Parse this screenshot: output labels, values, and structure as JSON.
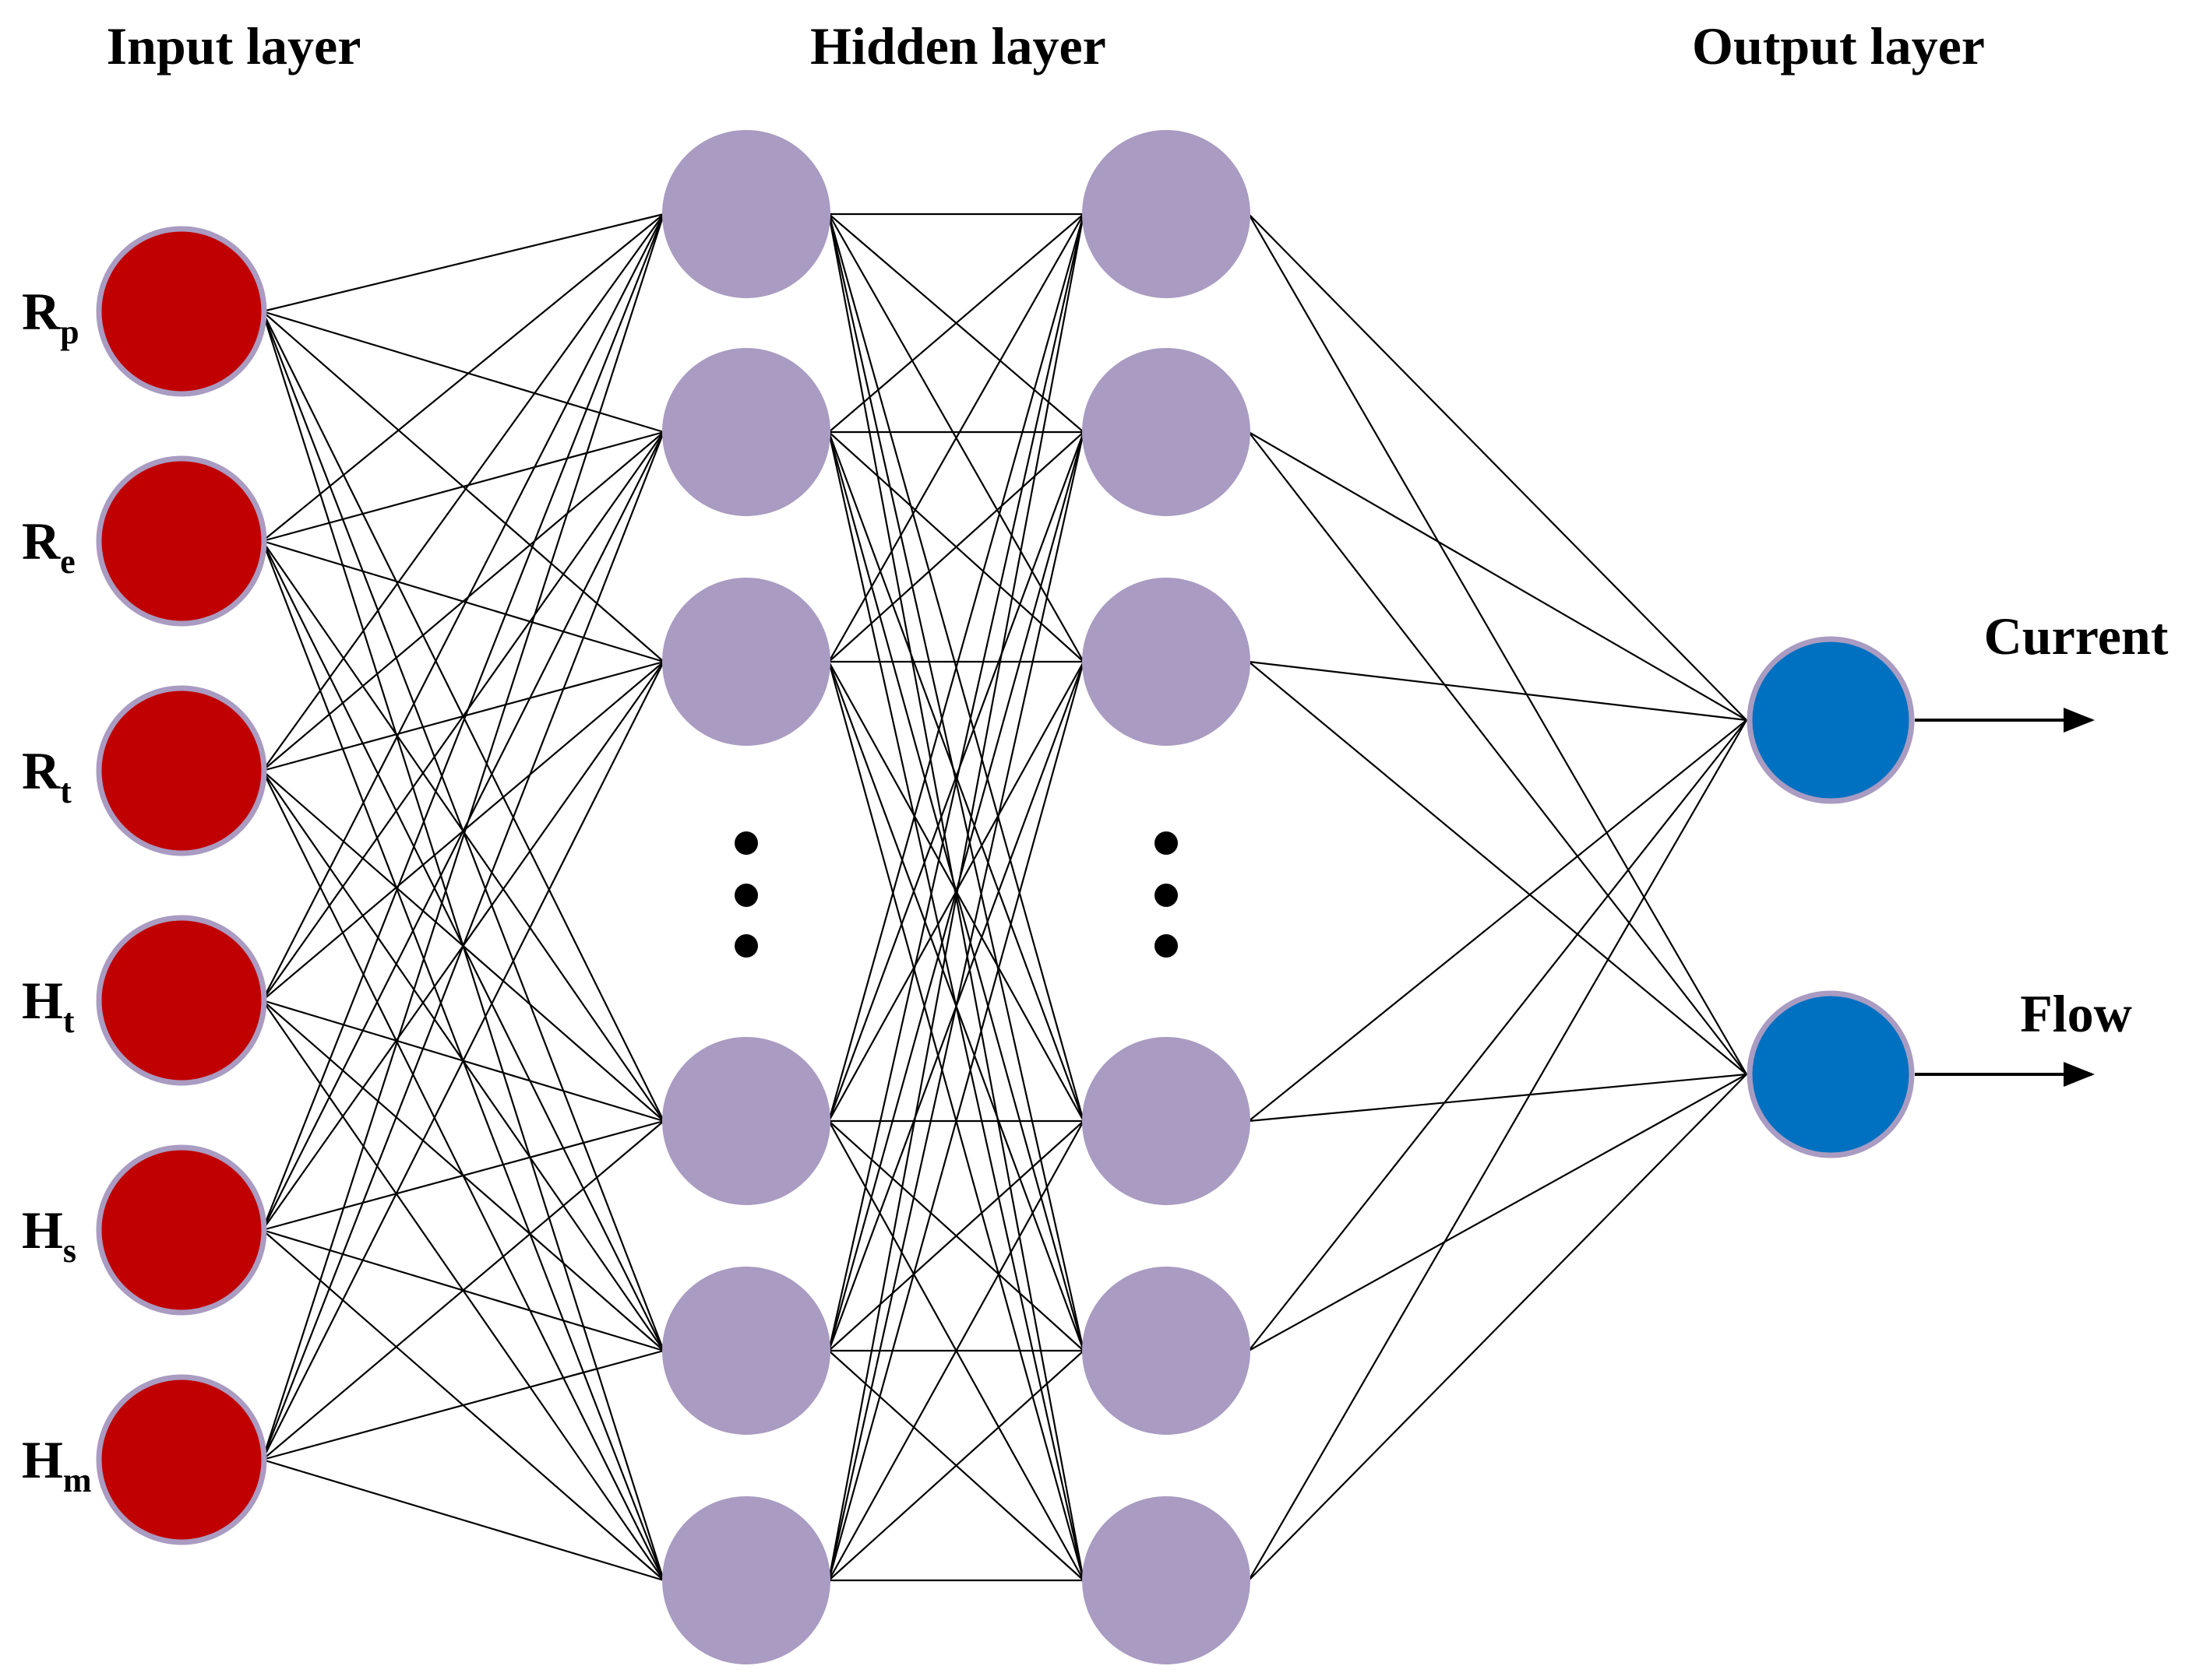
{
  "titles": {
    "input": "Input layer",
    "hidden": "Hidden layer",
    "output": "Output layer"
  },
  "inputs": [
    {
      "main": "R",
      "sub": "p"
    },
    {
      "main": "R",
      "sub": "e"
    },
    {
      "main": "R",
      "sub": "t"
    },
    {
      "main": "H",
      "sub": "t"
    },
    {
      "main": "H",
      "sub": "s"
    },
    {
      "main": "H",
      "sub": "m"
    }
  ],
  "hidden_layers": [
    {
      "visible_nodes": 6,
      "ellipsis": true
    },
    {
      "visible_nodes": 6,
      "ellipsis": true
    }
  ],
  "outputs": [
    "Current",
    "Flow"
  ],
  "colors": {
    "input_node": "#c00000",
    "hidden_node": "#a99bc1",
    "output_node": "#0070c0",
    "node_border": "#a99bc1",
    "edge": "#000000"
  }
}
